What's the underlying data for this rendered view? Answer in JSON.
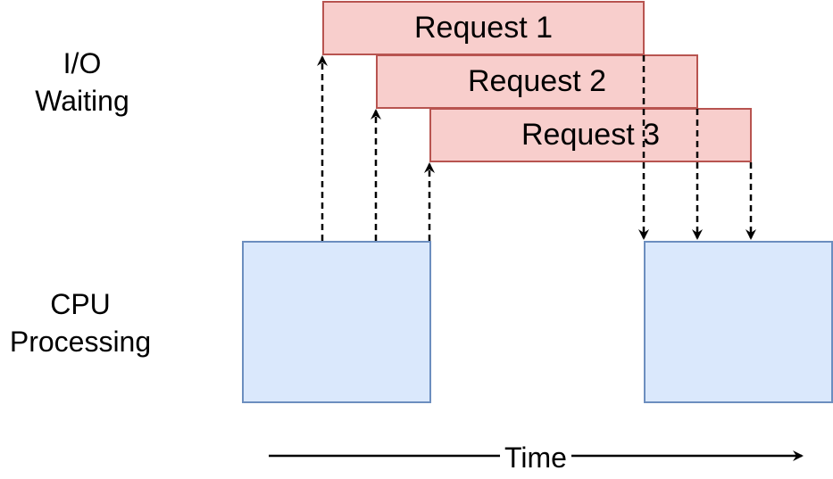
{
  "rows": {
    "io": {
      "line1": "I/O",
      "line2": "Waiting"
    },
    "cpu": {
      "line1": "CPU",
      "line2": "Processing"
    }
  },
  "requests": [
    {
      "label": "Request 1"
    },
    {
      "label": "Request 2"
    },
    {
      "label": "Request 3"
    }
  ],
  "axis": {
    "label": "Time"
  },
  "colors": {
    "request_fill": "#f8cecc",
    "request_stroke": "#b85450",
    "cpu_fill": "#dae8fc",
    "cpu_stroke": "#6c8ebf",
    "arrow": "#000000"
  }
}
